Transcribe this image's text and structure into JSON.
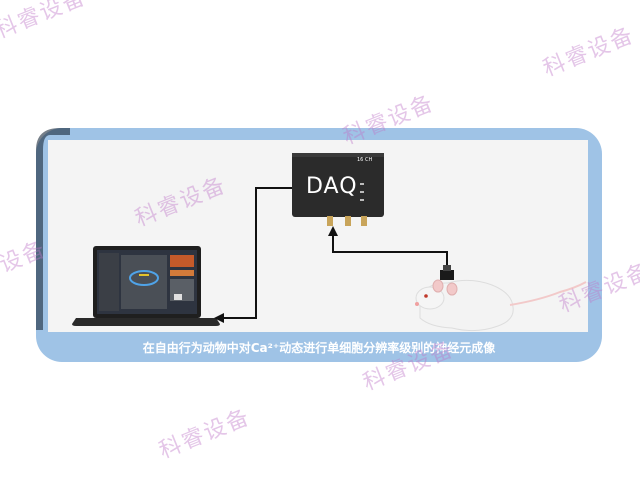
{
  "caption": "在自由行为动物中对Ca²⁺动态进行单细胞分辨率级别的神经元成像",
  "daq_label": "DAQ",
  "daq_badge": "16 CH",
  "watermark_text": "科睿设备",
  "colors": {
    "frame_blue": "#9fc3e6",
    "panel_bg": "#f4f4f4",
    "device_dark": "#2b2b2b",
    "wire": "#111111",
    "watermark": "#c07ccb"
  }
}
